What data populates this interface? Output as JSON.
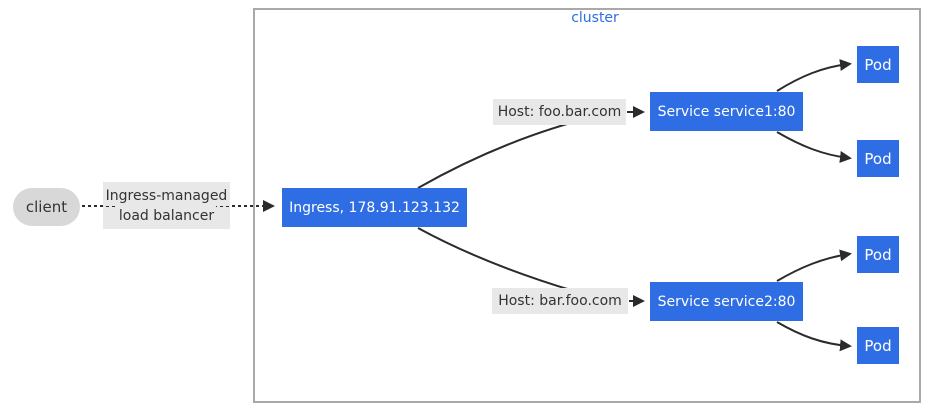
{
  "diagram": {
    "cluster": {
      "label": "cluster"
    },
    "client": {
      "label": "client"
    },
    "load_balancer": {
      "line1": "Ingress-managed",
      "line2": "load balancer"
    },
    "ingress": {
      "label": "Ingress, 178.91.123.132"
    },
    "routes": [
      {
        "host": "Host: foo.bar.com",
        "service": "Service service1:80"
      },
      {
        "host": "Host: bar.foo.com",
        "service": "Service service2:80"
      }
    ],
    "pod_label": "Pod",
    "colors": {
      "node_blue": "#2e6de4",
      "node_text": "#ffffff",
      "edge_label_bg": "#e8e8e8",
      "client_bg": "#d8d8d8",
      "cluster_border": "#a9a9a9",
      "cluster_text": "#2e6de4",
      "arrow": "#2b2b2b",
      "text_dark": "#333333"
    }
  }
}
